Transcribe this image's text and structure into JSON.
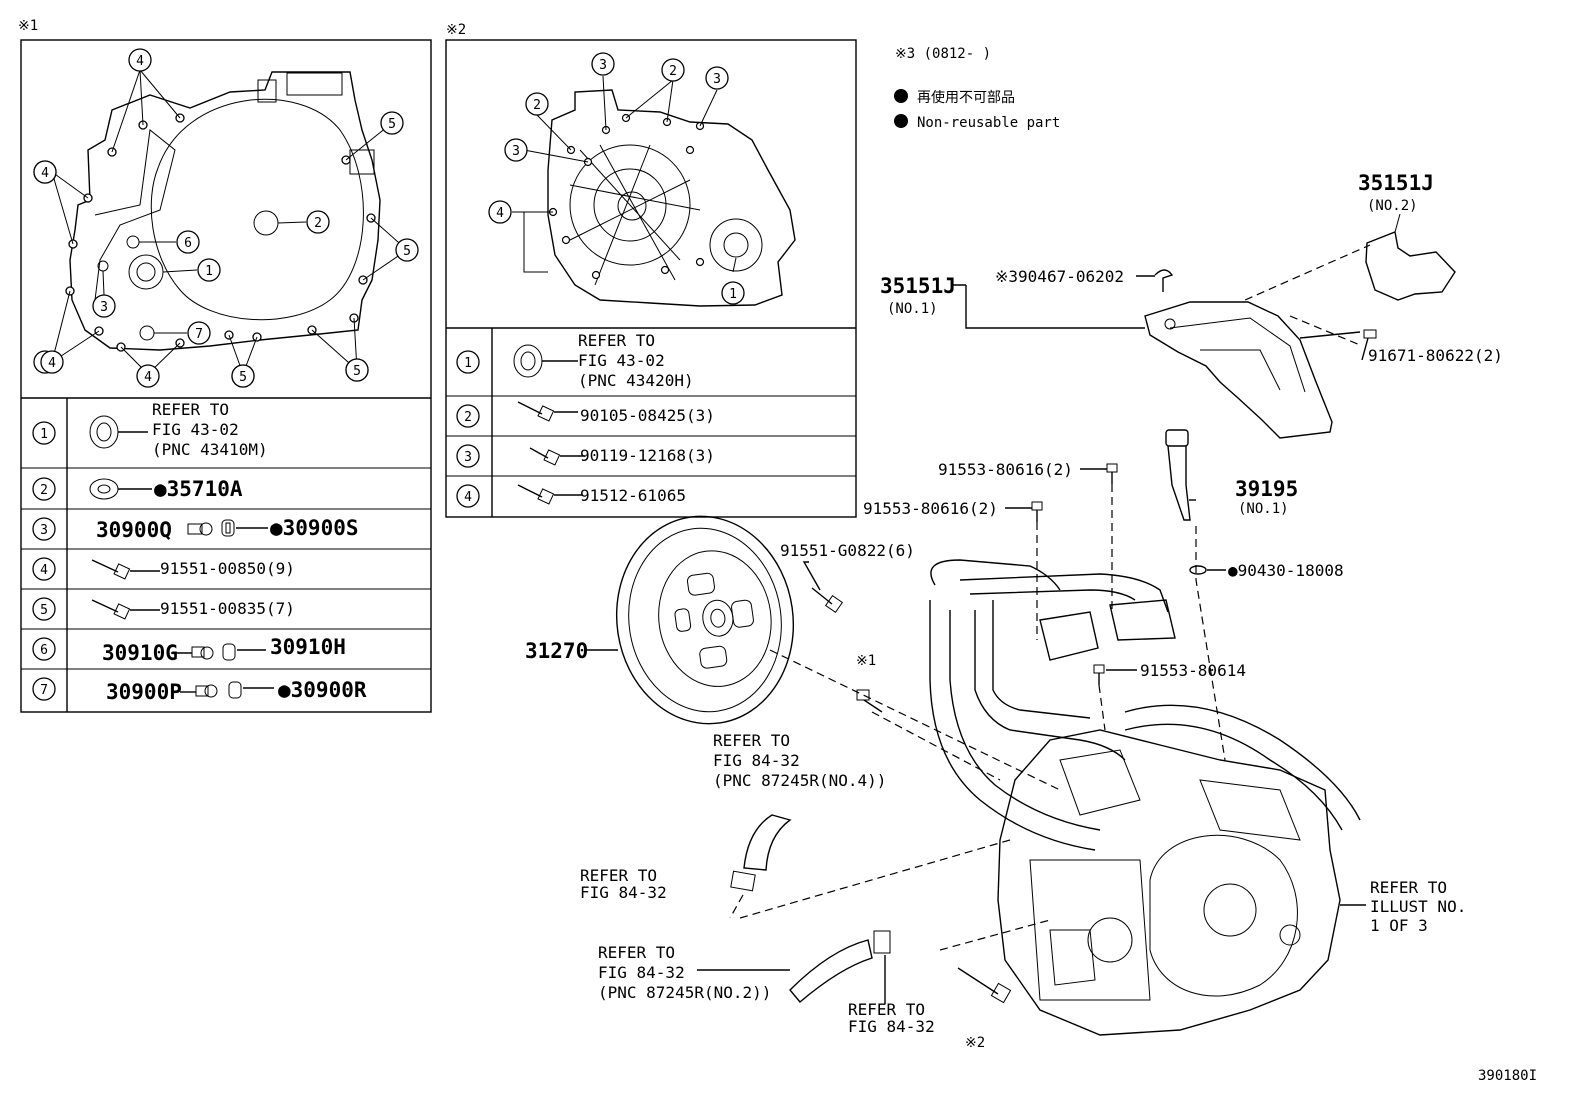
{
  "insets": {
    "a": {
      "marker": "※1",
      "callouts": [
        "4",
        "4",
        "4",
        "4",
        "4",
        "5",
        "5",
        "5",
        "5",
        "2",
        "6",
        "1",
        "3",
        "7",
        "4",
        "5",
        "5"
      ],
      "rows": [
        {
          "no": "1",
          "text": [
            "REFER TO",
            "FIG 43-02",
            "(PNC 43410M)"
          ]
        },
        {
          "no": "2",
          "text": [
            "●35710A"
          ]
        },
        {
          "no": "3",
          "text": [
            "30900Q",
            "●30900S"
          ]
        },
        {
          "no": "4",
          "text": [
            "91551-00850(9)"
          ]
        },
        {
          "no": "5",
          "text": [
            "91551-00835(7)"
          ]
        },
        {
          "no": "6",
          "text": [
            "30910G",
            "30910H"
          ]
        },
        {
          "no": "7",
          "text": [
            "30900P",
            "●30900R"
          ]
        }
      ]
    },
    "b": {
      "marker": "※2",
      "callouts": [
        "3",
        "2",
        "3",
        "2",
        "3",
        "4",
        "1"
      ],
      "rows": [
        {
          "no": "1",
          "text": [
            "REFER TO",
            "FIG 43-02",
            "(PNC 43420H)"
          ]
        },
        {
          "no": "2",
          "text": [
            "90105-08425(3)"
          ]
        },
        {
          "no": "3",
          "text": [
            "90119-12168(3)"
          ]
        },
        {
          "no": "4",
          "text": [
            "91512-61065"
          ]
        }
      ]
    }
  },
  "legend": {
    "note": "※3 (0812-      )",
    "line_jp": "再使用不可部品",
    "line_en": "Non-reusable part"
  },
  "labels": {
    "p35151j_no2": "35151J",
    "p35151j_no2_sub": "(NO.2)",
    "p35151j_no1": "35151J",
    "p35151j_no1_sub": "(NO.1)",
    "p90467": "※390467-06202",
    "p91671": "91671-80622(2)",
    "p39195": "39195",
    "p39195_sub": "(NO.1)",
    "p91553a": "91553-80616(2)",
    "p91553b": "91553-80616(2)",
    "p90430": "●90430-18008",
    "p91553c": "91553-80614",
    "p91551g": "91551-G0822(6)",
    "p31270": "31270",
    "m1": "※1",
    "m2": "※2",
    "ref1": [
      "REFER TO",
      "FIG 84-32",
      "(PNC 87245R(NO.4))"
    ],
    "ref2": [
      "REFER TO",
      "FIG 84-32"
    ],
    "ref3": [
      "REFER TO",
      "FIG 84-32",
      "(PNC 87245R(NO.2))"
    ],
    "ref4": [
      "REFER TO",
      "FIG 84-32"
    ],
    "ref5": [
      "REFER TO",
      "ILLUST NO.",
      "1 OF 3"
    ],
    "figure_no": "390180I"
  }
}
